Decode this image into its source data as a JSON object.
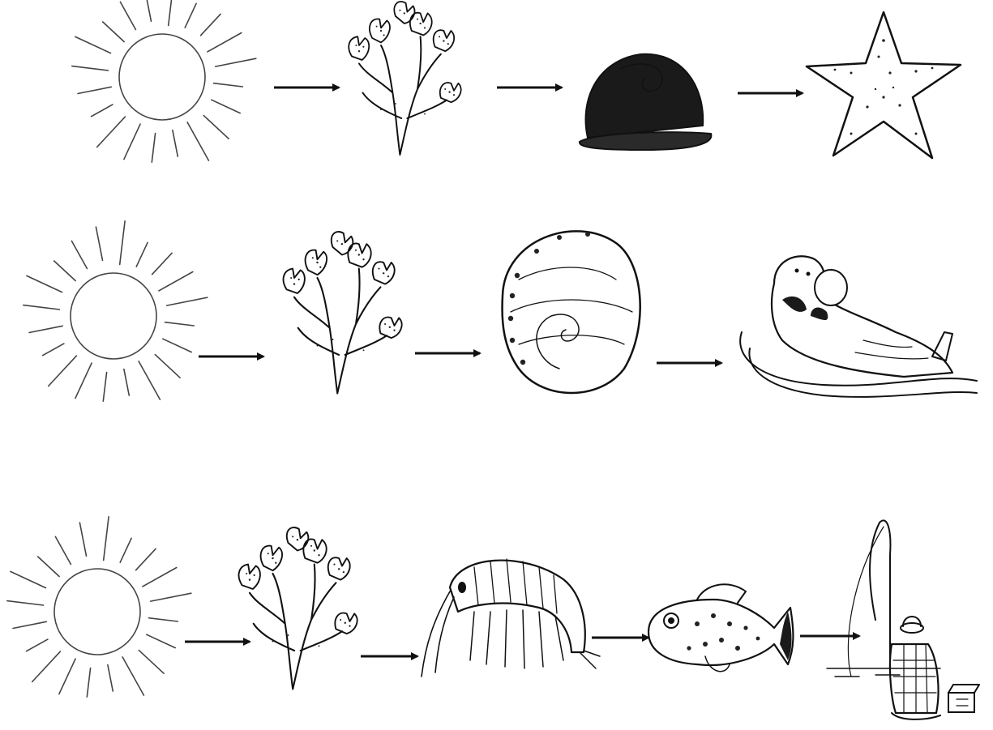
{
  "diagram": {
    "type": "food-chains",
    "chains": [
      {
        "organisms": [
          {
            "kind": "sun",
            "icon": "sun-icon"
          },
          {
            "kind": "seaweed",
            "icon": "seaweed-icon"
          },
          {
            "kind": "snail",
            "icon": "snail-icon"
          },
          {
            "kind": "sea-star",
            "icon": "sea-star-icon"
          }
        ]
      },
      {
        "organisms": [
          {
            "kind": "sun",
            "icon": "sun-icon"
          },
          {
            "kind": "seaweed",
            "icon": "seaweed-icon"
          },
          {
            "kind": "abalone",
            "icon": "abalone-icon"
          },
          {
            "kind": "sea-otter",
            "icon": "sea-otter-icon"
          }
        ]
      },
      {
        "organisms": [
          {
            "kind": "sun",
            "icon": "sun-icon"
          },
          {
            "kind": "seaweed",
            "icon": "seaweed-icon"
          },
          {
            "kind": "amphipod",
            "icon": "amphipod-icon"
          },
          {
            "kind": "fish",
            "icon": "fish-icon"
          },
          {
            "kind": "fisherman",
            "icon": "fisherman-icon"
          }
        ]
      }
    ],
    "colors": {
      "ink": "#111111",
      "sun": "#444444",
      "background": "#ffffff"
    }
  }
}
